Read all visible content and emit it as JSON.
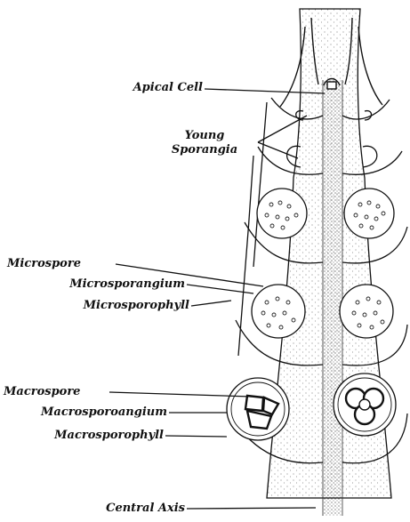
{
  "labels": {
    "apical_cell": "Apical Cell",
    "young_sporangia_line1": "Young",
    "young_sporangia_line2": "Sporangia",
    "microspore": "Microspore",
    "microsporangium": "Microsporangium",
    "microsporophyll": "Microsporophyll",
    "macrospore": "Macrospore",
    "macrosporoangium": "Macrosporoangium",
    "macrosporophyll": "Macrosporophyll",
    "central_axis": "Central Axis"
  },
  "colors": {
    "ink": "#111111",
    "stipple": "#555555",
    "paper": "#ffffff"
  }
}
